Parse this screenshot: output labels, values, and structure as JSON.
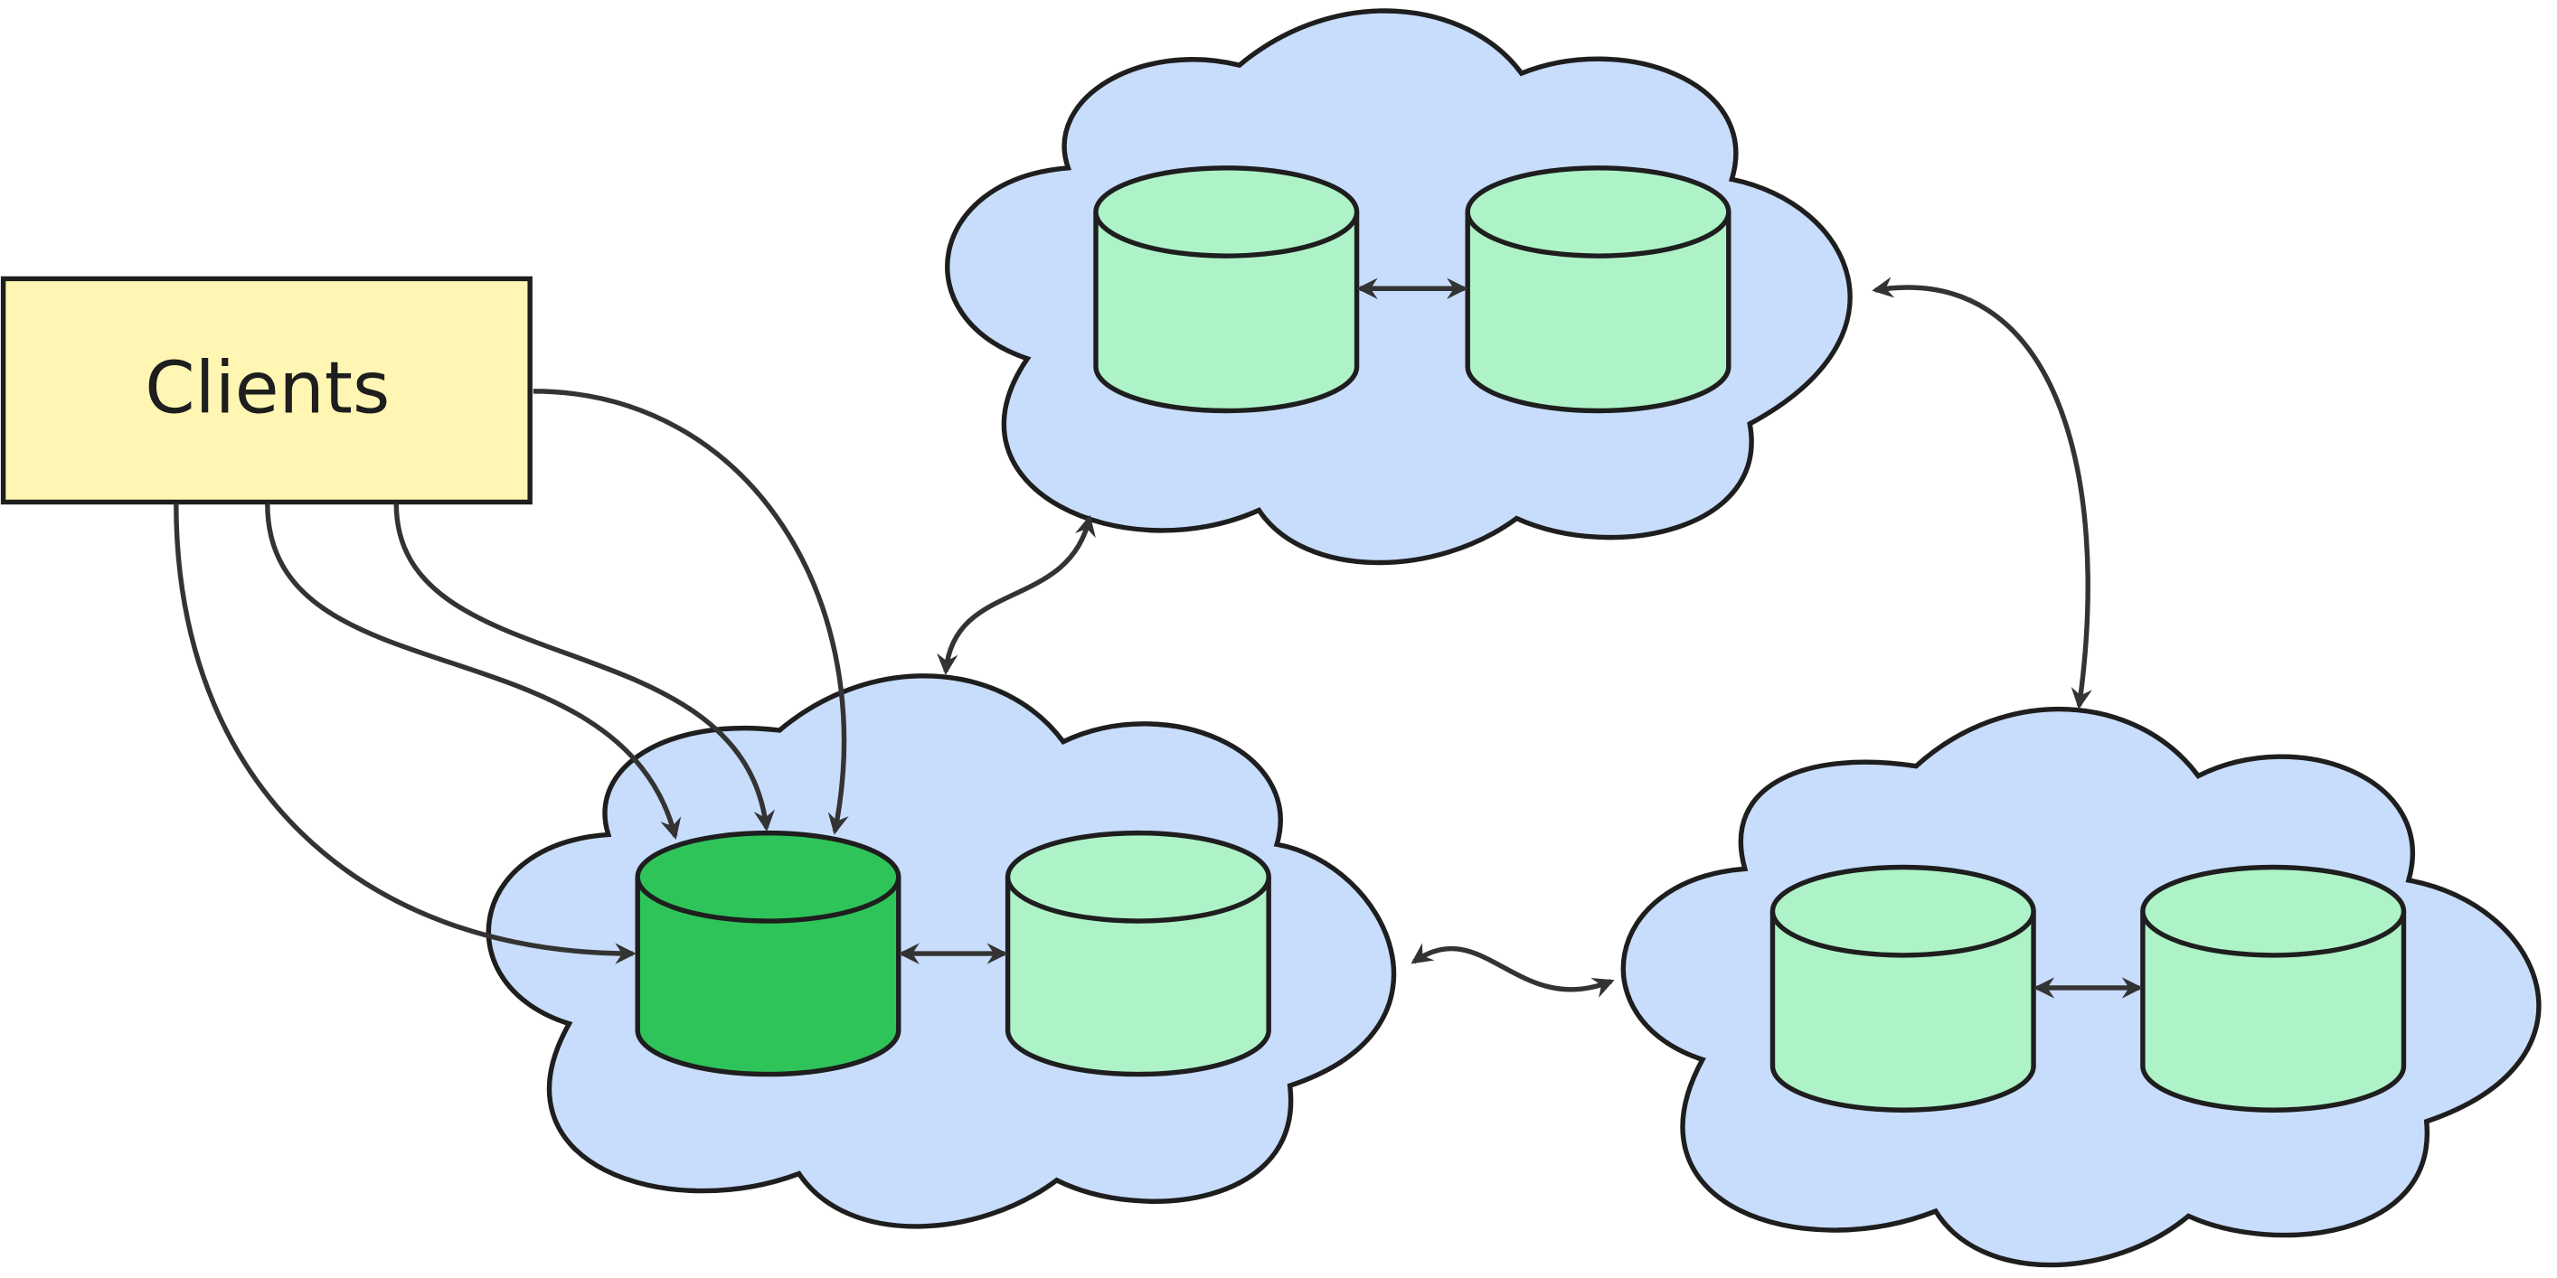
{
  "clients": {
    "label": "Clients"
  },
  "colors": {
    "stroke": "#1e1e1e",
    "arrow": "#333333",
    "client_fill": "#fff6b3",
    "cloud_fill": "#c8dcfc",
    "primary_db_fill": "#2fc45a",
    "replica_db_fill": "#aef2c8",
    "background": "#ffffff"
  },
  "clouds": [
    "cloud-left",
    "cloud-top",
    "cloud-right"
  ],
  "databases": [
    {
      "name": "primary-database",
      "role": "primary",
      "cloud": "cloud-left"
    },
    {
      "name": "replica-database",
      "role": "replica",
      "cloud": "cloud-left"
    },
    {
      "name": "replica-database",
      "role": "replica",
      "cloud": "cloud-top"
    },
    {
      "name": "replica-database",
      "role": "replica",
      "cloud": "cloud-top"
    },
    {
      "name": "replica-database",
      "role": "replica",
      "cloud": "cloud-right"
    },
    {
      "name": "replica-database",
      "role": "replica",
      "cloud": "cloud-right"
    }
  ]
}
